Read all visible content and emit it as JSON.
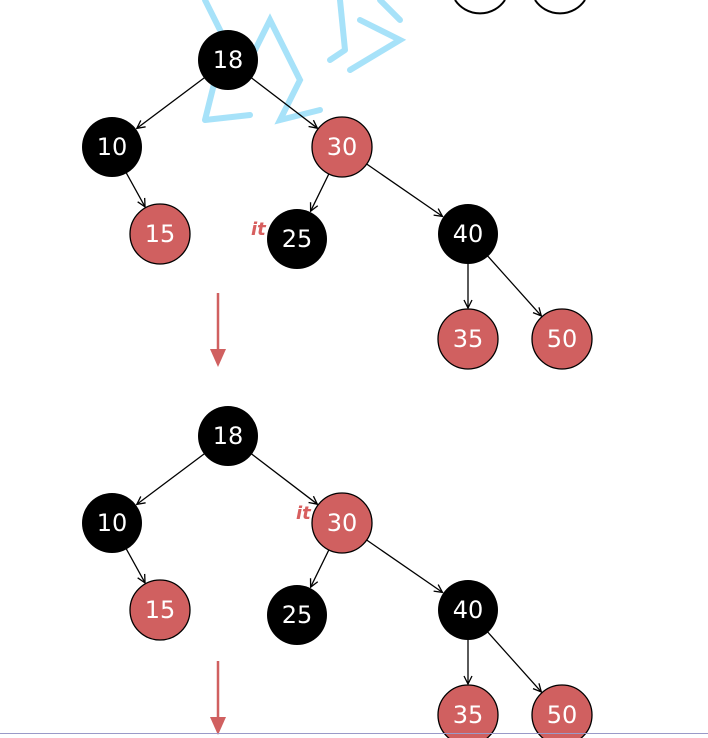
{
  "colors": {
    "black_node": "#000000",
    "red_node": "#d06060",
    "edge": "#000000",
    "transition_arrow": "#d06060",
    "it_marker": "#d75f5f",
    "watermark": "#8ad8f7"
  },
  "steps": [
    {
      "nodes": [
        {
          "id": "n18",
          "label": "18",
          "color": "black"
        },
        {
          "id": "n10",
          "label": "10",
          "color": "black"
        },
        {
          "id": "n30",
          "label": "30",
          "color": "red"
        },
        {
          "id": "n15",
          "label": "15",
          "color": "red"
        },
        {
          "id": "n25",
          "label": "25",
          "color": "black"
        },
        {
          "id": "n40",
          "label": "40",
          "color": "black"
        },
        {
          "id": "n35",
          "label": "35",
          "color": "red"
        },
        {
          "id": "n50",
          "label": "50",
          "color": "red"
        }
      ],
      "iterator": {
        "label": "it",
        "node": "n25"
      }
    },
    {
      "nodes": [
        {
          "id": "n18",
          "label": "18",
          "color": "black"
        },
        {
          "id": "n10",
          "label": "10",
          "color": "black"
        },
        {
          "id": "n30",
          "label": "30",
          "color": "red"
        },
        {
          "id": "n15",
          "label": "15",
          "color": "red"
        },
        {
          "id": "n25",
          "label": "25",
          "color": "black"
        },
        {
          "id": "n40",
          "label": "40",
          "color": "black"
        },
        {
          "id": "n35",
          "label": "35",
          "color": "red"
        },
        {
          "id": "n50",
          "label": "50",
          "color": "red"
        }
      ],
      "iterator": {
        "label": "it",
        "node": "n30"
      }
    }
  ],
  "edges": [
    [
      "n18",
      "n10"
    ],
    [
      "n18",
      "n30"
    ],
    [
      "n10",
      "n15"
    ],
    [
      "n30",
      "n25"
    ],
    [
      "n30",
      "n40"
    ],
    [
      "n40",
      "n35"
    ],
    [
      "n40",
      "n50"
    ]
  ]
}
